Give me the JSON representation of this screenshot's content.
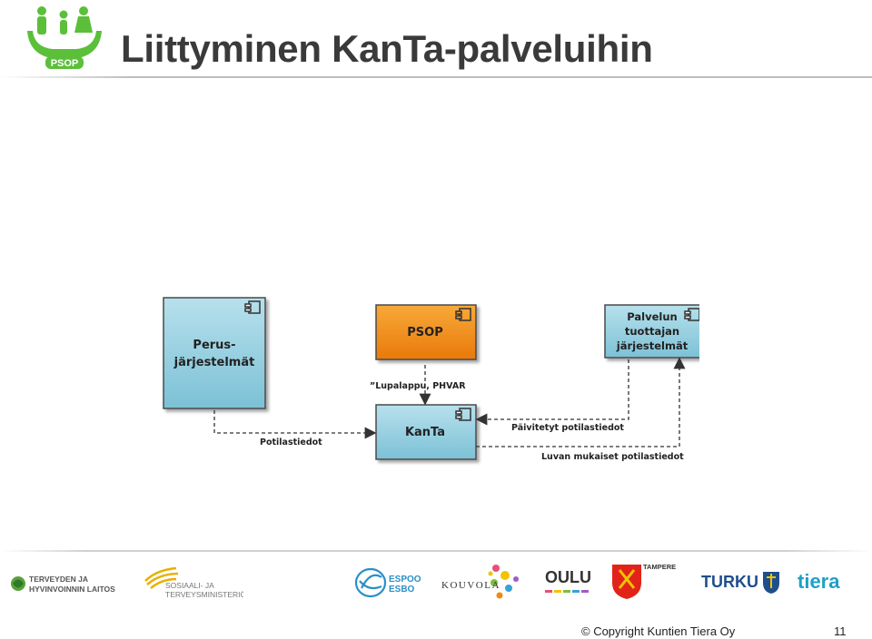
{
  "header": {
    "logo_text": "PSOP",
    "title": "Liittyminen KanTa-palveluihin"
  },
  "diagram": {
    "nodes": {
      "perus": {
        "line1": "Perus-",
        "line2": "järjestelmät"
      },
      "psop": {
        "label": "PSOP"
      },
      "kanta": {
        "label": "KanTa"
      },
      "palvelun": {
        "line1": "Palvelun",
        "line2": "tuottajan",
        "line3": "järjestelmät"
      }
    },
    "edges": {
      "psop_kanta": "”Lupalappu, PHVAR",
      "perus_kanta": "Potilastiedot",
      "palvelun_kanta": "Päivitetyt potilastiedot",
      "kanta_palvelun": "Luvan mukaiset potilastiedot"
    },
    "colors": {
      "blue_box": "#9fd3e3",
      "orange_box": "#f08a10",
      "border": "#4a4a4a"
    }
  },
  "footer": {
    "partners": {
      "thl": {
        "line1": "TERVEYDEN JA",
        "line2": "HYVINVOINNIN LAITOS"
      },
      "stm": {
        "line1": "SOSIAALI- JA",
        "line2": "TERVEYSMINISTERIÖ"
      },
      "espoo": {
        "line1": "ESPOO",
        "line2": "ESBO"
      },
      "kouvola": "KOUVOLA",
      "oulu": "OULU",
      "tampere": "TAMPERE",
      "turku": "TURKU",
      "tiera": "tiera"
    },
    "copyright": "© Copyright Kuntien Tiera Oy",
    "page_number": "11"
  }
}
